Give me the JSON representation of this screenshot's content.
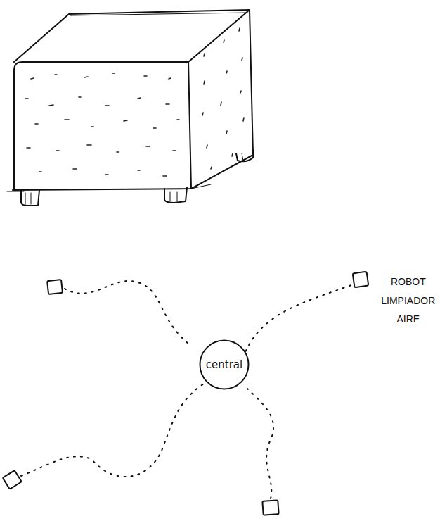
{
  "diagram": {
    "nodes": [
      {
        "text": [
          "central"
        ]
      },
      {
        "text": [
          "ROBOT LIMPIADOR AIRE"
        ]
      }
    ],
    "edges": [
      {
        "from": 0,
        "to": 1,
        "arrow": "none"
      }
    ]
  }
}
